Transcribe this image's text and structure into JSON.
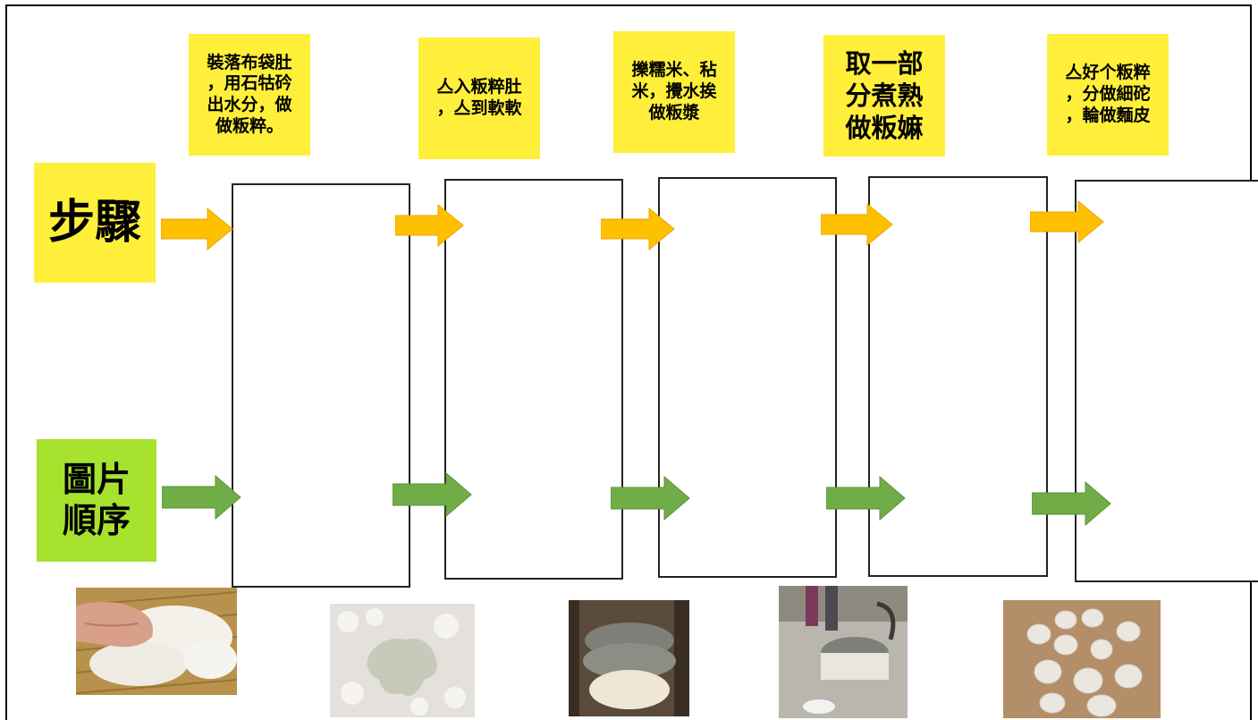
{
  "labels": {
    "steps": "步驟",
    "pictures": "圖片\n順序"
  },
  "notes": [
    "裝落布袋肚\n，用石牯砛\n出水分，做\n做粄粹。",
    "亼入粄粹肚\n，亼到軟軟",
    "擽糯米、秥\n米，攪水挨\n做粄漿",
    "取一部\n分煮熟\n做粄嫲",
    "亼好个粄粹\n，分做細砣\n，輪做麵皮"
  ],
  "colors": {
    "note_yellow": "#ffef3a",
    "steps_label_bg": "#ffef3a",
    "pictures_label_bg": "#a6e22e",
    "arrow_orange": "#ffc000",
    "arrow_green": "#70ad47"
  },
  "photos": [
    "hand-kneading-dough-photo",
    "dough-on-flour-photo",
    "stone-mill-photo",
    "grinding-mill-photo",
    "dough-balls-photo"
  ]
}
